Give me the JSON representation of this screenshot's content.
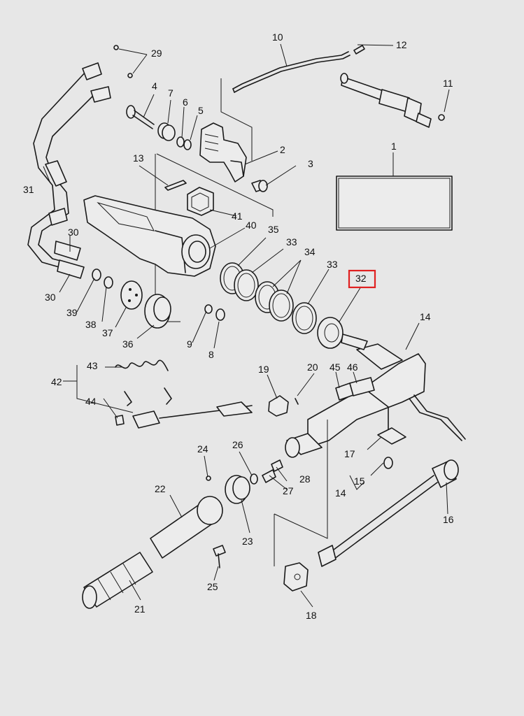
{
  "highlight": {
    "callout": "32",
    "color": "#e02020"
  },
  "callouts": {
    "c1": "1",
    "c2": "2",
    "c3": "3",
    "c4": "4",
    "c5": "5",
    "c6": "6",
    "c7": "7",
    "c8": "8",
    "c9": "9",
    "c10": "10",
    "c11": "11",
    "c12": "12",
    "c13": "13",
    "c14a": "14",
    "c14b": "14",
    "c15": "15",
    "c16": "16",
    "c17": "17",
    "c18": "18",
    "c19": "19",
    "c20": "20",
    "c21": "21",
    "c22": "22",
    "c23": "23",
    "c24": "24",
    "c25": "25",
    "c26": "26",
    "c27": "27",
    "c28": "28",
    "c29": "29",
    "c30a": "30",
    "c30b": "30",
    "c31": "31",
    "c32": "32",
    "c33a": "33",
    "c33b": "33",
    "c34": "34",
    "c35": "35",
    "c36": "36",
    "c37": "37",
    "c38": "38",
    "c39": "39",
    "c40": "40",
    "c41": "41",
    "c42": "42",
    "c43": "43",
    "c44": "44",
    "c45": "45",
    "c46": "46"
  }
}
